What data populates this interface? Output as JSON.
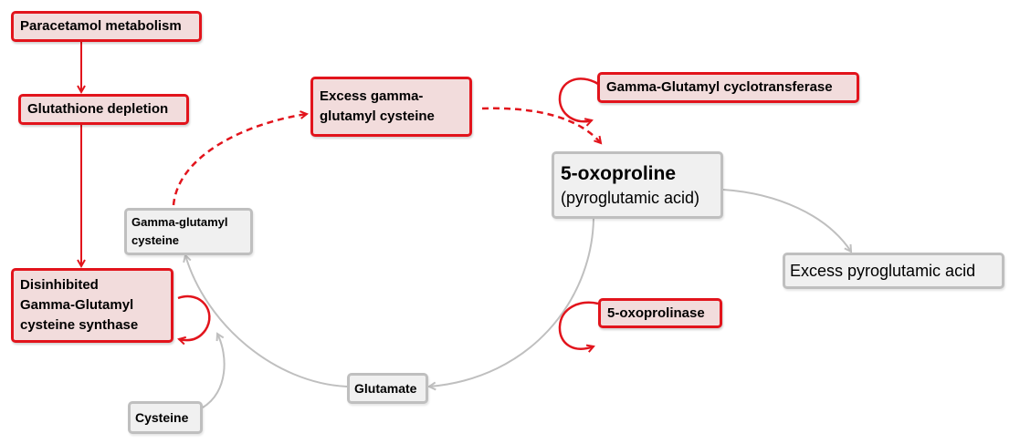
{
  "nodes": {
    "paracetamol": "Paracetamol metabolism",
    "glutathione": "Glutathione depletion",
    "disinhibited": "Disinhibited\nGamma-Glutamyl\ncysteine synthase",
    "excess_ggc": "Excess gamma-\nglutamyl cysteine",
    "ggc": "Gamma-glutamyl\ncysteine",
    "oxoproline_title": "5-oxoproline",
    "oxoproline_sub": "(pyroglutamic acid)",
    "gg_cyclotransferase": "Gamma-Glutamyl cyclotransferase",
    "oxoprolinase": "5-oxoprolinase",
    "excess_pyroglutamic": "Excess pyroglutamic acid",
    "glutamate": "Glutamate",
    "cysteine": "Cysteine"
  },
  "colors": {
    "red": "#e2141c",
    "red_fill": "#f2dcdc",
    "grey": "#bfbfbf",
    "grey_fill": "#f0f0f0"
  }
}
